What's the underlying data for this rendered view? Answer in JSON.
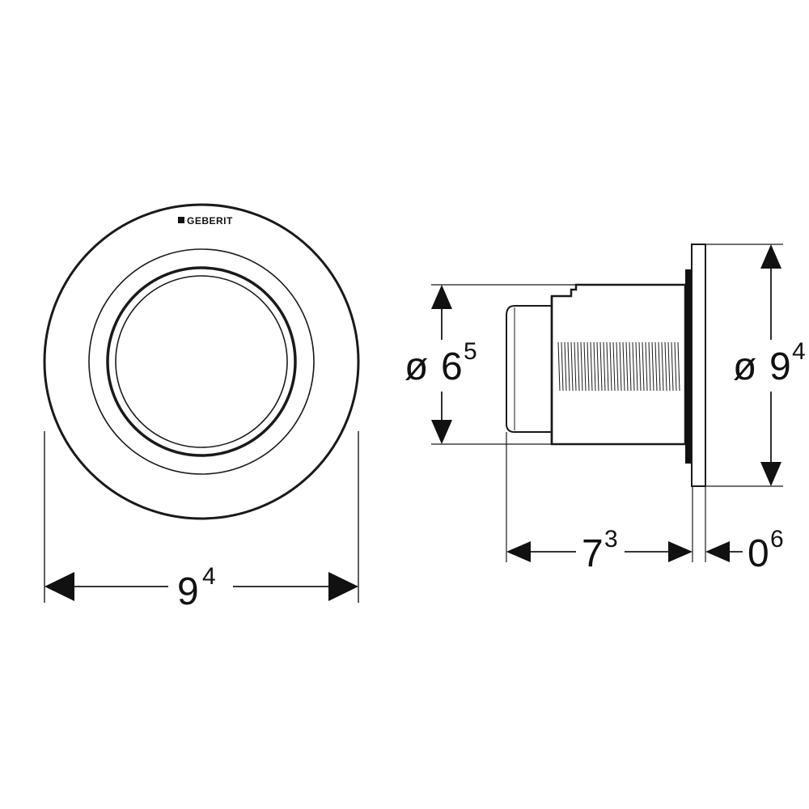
{
  "brand": {
    "name": "GEBERIT"
  },
  "front_view": {
    "width_dimension": {
      "value": "9",
      "exponent": "4"
    }
  },
  "side_view": {
    "inner_diameter": {
      "symbol": "ø",
      "value": "6",
      "exponent": "5"
    },
    "outer_diameter": {
      "symbol": "ø",
      "value": "9",
      "exponent": "4"
    },
    "depth_dimension": {
      "value": "7",
      "exponent": "3"
    },
    "plate_dimension": {
      "value": "0",
      "exponent": "6"
    }
  },
  "colors": {
    "line": "#1a1a1a",
    "background": "#ffffff"
  }
}
